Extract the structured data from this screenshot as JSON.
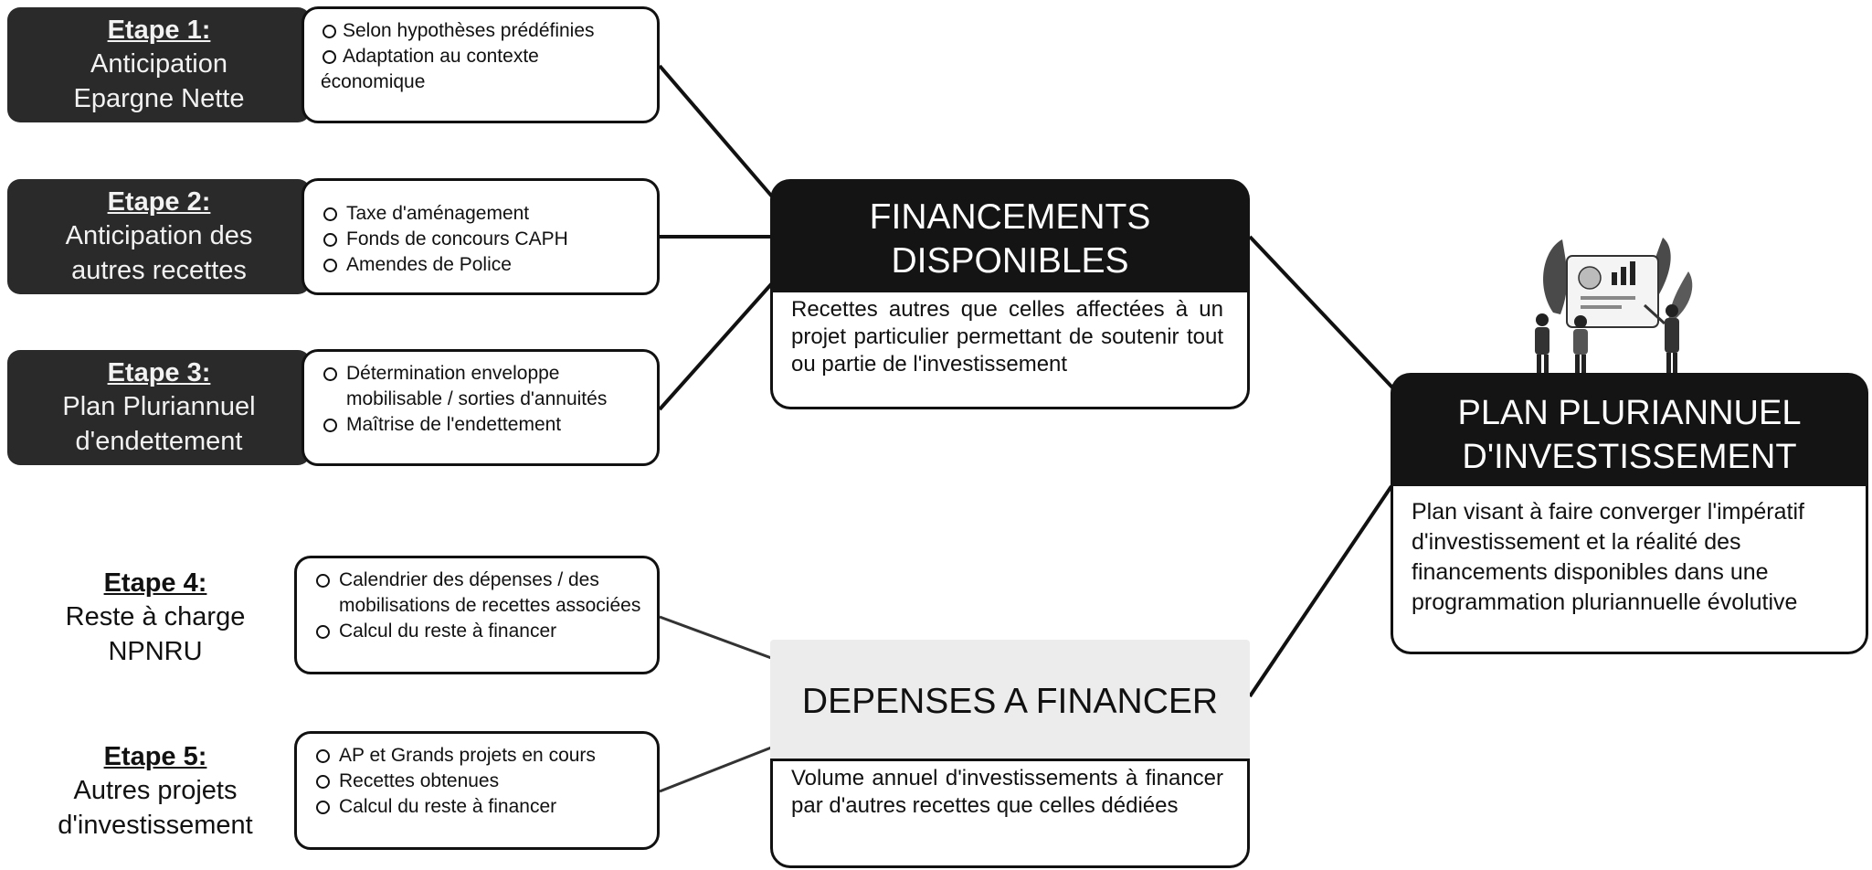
{
  "steps": [
    {
      "title": "Etape 1:",
      "lines": [
        "Anticipation",
        "Epargne Nette"
      ],
      "bullets": [
        "Selon hypothèses prédéfinies",
        "Adaptation au contexte économique"
      ]
    },
    {
      "title": "Etape 2:",
      "lines": [
        "Anticipation des",
        "autres recettes"
      ],
      "bullets": [
        "Taxe d'aménagement",
        "Fonds de concours CAPH",
        "Amendes de Police"
      ]
    },
    {
      "title": "Etape 3:",
      "lines": [
        "Plan Pluriannuel",
        "d'endettement"
      ],
      "bullets": [
        "Détermination enveloppe mobilisable / sorties d'annuités",
        "Maîtrise de l'endettement"
      ]
    },
    {
      "title": "Etape 4:",
      "lines": [
        "Reste à charge",
        "NPNRU"
      ],
      "bullets": [
        "Calendrier des dépenses / des mobilisations de recettes associées",
        "Calcul du reste à financer"
      ]
    },
    {
      "title": "Etape 5:",
      "lines": [
        "Autres projets",
        "d'investissement"
      ],
      "bullets": [
        "AP et Grands projets en cours",
        "Recettes obtenues",
        "Calcul du reste à financer"
      ]
    }
  ],
  "financements": {
    "title_line1": "FINANCEMENTS",
    "title_line2": "DISPONIBLES",
    "description": "Recettes autres que celles affectées à un projet particulier permettant de soutenir tout ou partie de l'investissement"
  },
  "depenses": {
    "title": "DEPENSES A FINANCER",
    "description": "Volume annuel d'investissements à financer par d'autres recettes que celles dédiées"
  },
  "ppi": {
    "title_line1": "PLAN PLURIANNUEL",
    "title_line2": "D'INVESTISSEMENT",
    "description": "Plan visant à faire converger l'impératif d'investissement et la réalité des financements disponibles dans une programmation pluriannuelle évolutive"
  },
  "colors": {
    "dark_box": "#2a2a2a",
    "hub_header": "#141414",
    "depenses_header": "#ececec",
    "line": "#111111"
  },
  "icons": [
    "business-meeting-illustration"
  ]
}
